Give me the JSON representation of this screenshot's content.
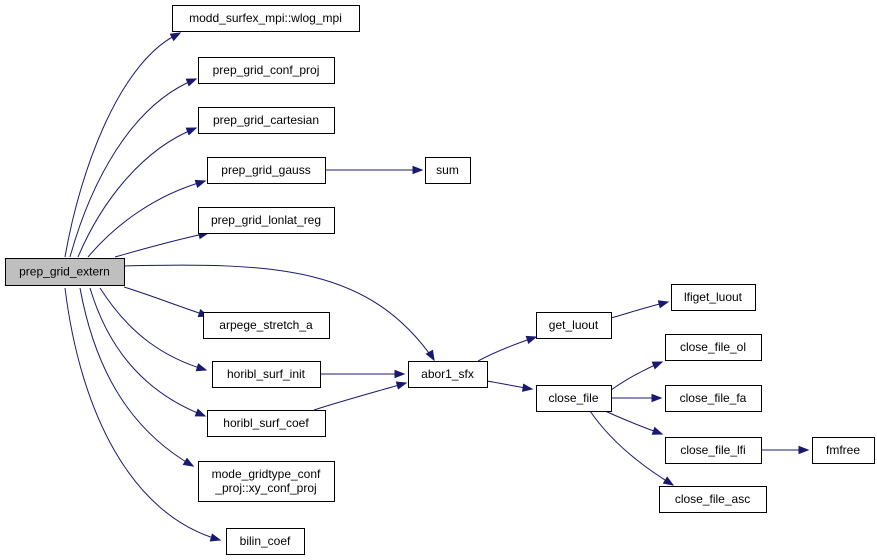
{
  "graph": {
    "root": "prep_grid_extern",
    "nodes": [
      {
        "id": "root",
        "label": [
          "prep_grid_extern"
        ],
        "is_root": true
      },
      {
        "id": "wlog",
        "label": [
          "modd_surfex_mpi::wlog_mpi"
        ]
      },
      {
        "id": "conf_proj",
        "label": [
          "prep_grid_conf_proj"
        ]
      },
      {
        "id": "cartesian",
        "label": [
          "prep_grid_cartesian"
        ]
      },
      {
        "id": "gauss",
        "label": [
          "prep_grid_gauss"
        ]
      },
      {
        "id": "sum",
        "label": [
          "sum"
        ]
      },
      {
        "id": "lonlat",
        "label": [
          "prep_grid_lonlat_reg"
        ]
      },
      {
        "id": "arpege",
        "label": [
          "arpege_stretch_a"
        ]
      },
      {
        "id": "horibl_init",
        "label": [
          "horibl_surf_init"
        ]
      },
      {
        "id": "horibl_coef",
        "label": [
          "horibl_surf_coef"
        ]
      },
      {
        "id": "xy_conf",
        "label": [
          "mode_gridtype_conf",
          "_proj::xy_conf_proj"
        ]
      },
      {
        "id": "bilin",
        "label": [
          "bilin_coef"
        ]
      },
      {
        "id": "abor1",
        "label": [
          "abor1_sfx"
        ]
      },
      {
        "id": "get_luout",
        "label": [
          "get_luout"
        ]
      },
      {
        "id": "lfiget",
        "label": [
          "lfiget_luout"
        ]
      },
      {
        "id": "close_file",
        "label": [
          "close_file"
        ]
      },
      {
        "id": "close_ol",
        "label": [
          "close_file_ol"
        ]
      },
      {
        "id": "close_fa",
        "label": [
          "close_file_fa"
        ]
      },
      {
        "id": "close_lfi",
        "label": [
          "close_file_lfi"
        ]
      },
      {
        "id": "close_asc",
        "label": [
          "close_file_asc"
        ]
      },
      {
        "id": "fmfree",
        "label": [
          "fmfree"
        ]
      }
    ],
    "edges": [
      {
        "from": "root",
        "to": "wlog"
      },
      {
        "from": "root",
        "to": "conf_proj"
      },
      {
        "from": "root",
        "to": "cartesian"
      },
      {
        "from": "root",
        "to": "gauss"
      },
      {
        "from": "root",
        "to": "lonlat"
      },
      {
        "from": "root",
        "to": "abor1"
      },
      {
        "from": "root",
        "to": "arpege"
      },
      {
        "from": "root",
        "to": "horibl_init"
      },
      {
        "from": "root",
        "to": "horibl_coef"
      },
      {
        "from": "root",
        "to": "xy_conf"
      },
      {
        "from": "root",
        "to": "bilin"
      },
      {
        "from": "gauss",
        "to": "sum"
      },
      {
        "from": "horibl_init",
        "to": "abor1"
      },
      {
        "from": "horibl_coef",
        "to": "abor1"
      },
      {
        "from": "abor1",
        "to": "get_luout"
      },
      {
        "from": "abor1",
        "to": "close_file"
      },
      {
        "from": "get_luout",
        "to": "lfiget"
      },
      {
        "from": "close_file",
        "to": "close_ol"
      },
      {
        "from": "close_file",
        "to": "close_fa"
      },
      {
        "from": "close_file",
        "to": "close_lfi"
      },
      {
        "from": "close_file",
        "to": "close_asc"
      },
      {
        "from": "close_lfi",
        "to": "fmfree"
      }
    ],
    "colors": {
      "edge": "#191970",
      "root_fill": "#bfbfbf",
      "node_fill": "#ffffff",
      "border": "#000000"
    }
  }
}
